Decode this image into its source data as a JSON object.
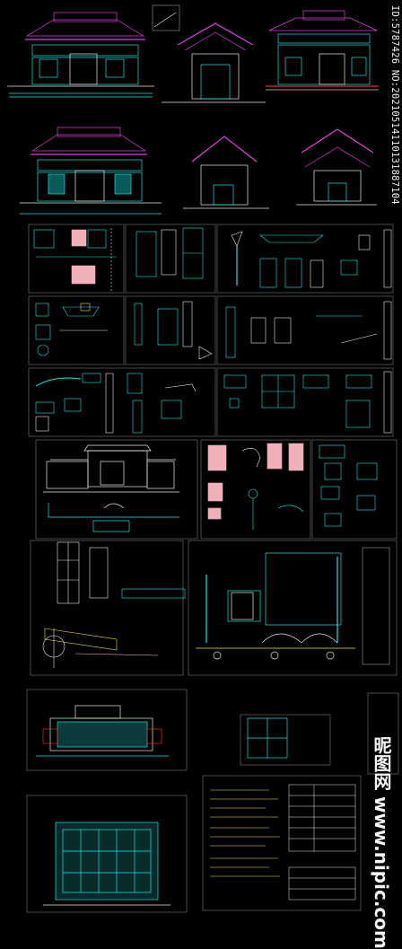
{
  "watermark": {
    "id_text": "ID:5787426 NO:20210514110131887104",
    "site_text": "昵图网 www.nipic.com"
  },
  "colors": {
    "background": "#000000",
    "cyan": "#19e6e6",
    "magenta": "#e040e0",
    "yellow": "#f0e040",
    "red": "#e03030",
    "pink": "#f0b0b8",
    "white": "#e8e8e8",
    "green": "#30d060"
  },
  "sheets": [
    {
      "id": "sheet-elevations-1",
      "type": "building-elevations"
    },
    {
      "id": "sheet-elevations-2",
      "type": "building-elevations"
    },
    {
      "id": "sheet-details-1",
      "type": "detail-grid"
    },
    {
      "id": "sheet-details-2",
      "type": "detail-grid"
    },
    {
      "id": "sheet-details-3",
      "type": "detail-grid"
    },
    {
      "id": "sheet-gate-elevation",
      "type": "gate-elevation"
    },
    {
      "id": "sheet-panel-details",
      "type": "detail-grid"
    },
    {
      "id": "sheet-door-details",
      "type": "door-details"
    },
    {
      "id": "sheet-gate-elevation-2",
      "type": "gate-elevation"
    },
    {
      "id": "sheet-floor-plan",
      "type": "floor-plan"
    },
    {
      "id": "sheet-small-plan",
      "type": "plan"
    },
    {
      "id": "sheet-notes-table",
      "type": "notes"
    },
    {
      "id": "sheet-roof-plan",
      "type": "floor-plan"
    }
  ]
}
